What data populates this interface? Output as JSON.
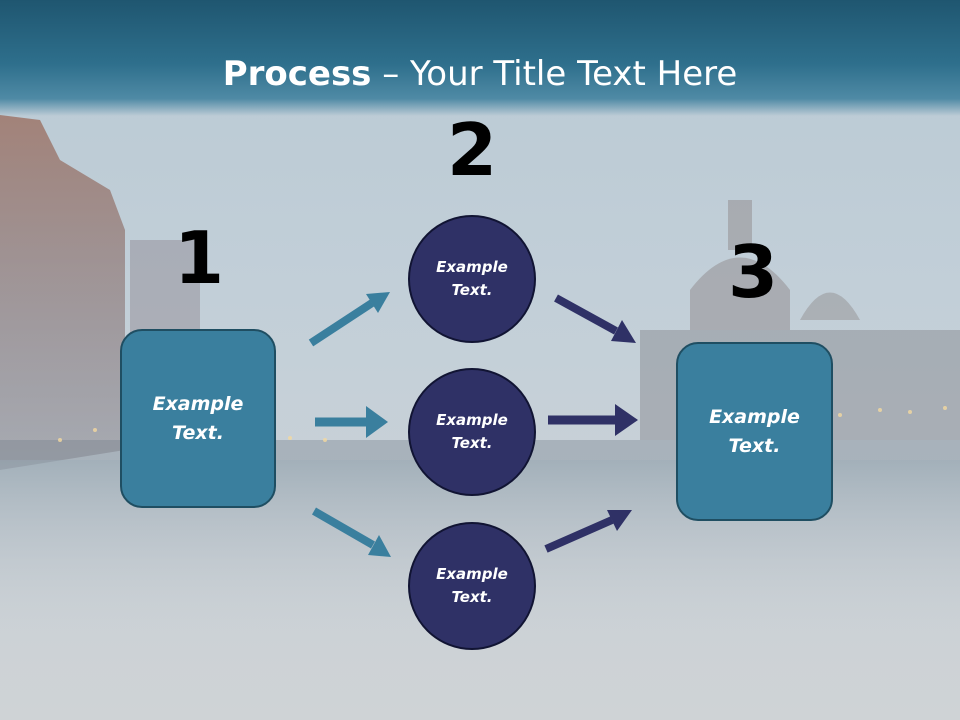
{
  "title": {
    "bold": "Process",
    "rest": " – Your Title Text Here"
  },
  "numbers": [
    "1",
    "2",
    "3"
  ],
  "boxes": [
    {
      "line1": "Example",
      "line2": "Text."
    },
    {
      "line1": "Example",
      "line2": "Text."
    }
  ],
  "circles": [
    {
      "line1": "Example",
      "line2": "Text."
    },
    {
      "line1": "Example",
      "line2": "Text."
    },
    {
      "line1": "Example",
      "line2": "Text."
    }
  ],
  "colors": {
    "title_bar": "#2e6f8c",
    "box_fill": "#3a7f9e",
    "circle_fill": "#2f3166",
    "arrow_left": "#3a7f9e",
    "arrow_right": "#2f3166"
  }
}
